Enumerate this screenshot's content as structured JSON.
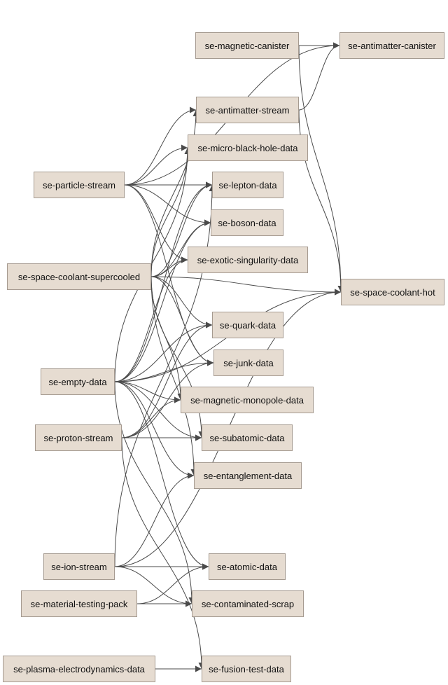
{
  "diagram": {
    "nodes": [
      {
        "id": "magnetic_canister",
        "label": "se-magnetic-canister"
      },
      {
        "id": "antimatter_canister",
        "label": "se-antimatter-canister"
      },
      {
        "id": "antimatter_stream",
        "label": "se-antimatter-stream"
      },
      {
        "id": "micro_black_hole",
        "label": "se-micro-black-hole-data"
      },
      {
        "id": "particle_stream",
        "label": "se-particle-stream"
      },
      {
        "id": "lepton",
        "label": "se-lepton-data"
      },
      {
        "id": "boson",
        "label": "se-boson-data"
      },
      {
        "id": "exotic_singularity",
        "label": "se-exotic-singularity-data"
      },
      {
        "id": "coolant_supercooled",
        "label": "se-space-coolant-supercooled"
      },
      {
        "id": "coolant_hot",
        "label": "se-space-coolant-hot"
      },
      {
        "id": "quark",
        "label": "se-quark-data"
      },
      {
        "id": "junk",
        "label": "se-junk-data"
      },
      {
        "id": "empty",
        "label": "se-empty-data"
      },
      {
        "id": "magnetic_monopole",
        "label": "se-magnetic-monopole-data"
      },
      {
        "id": "proton_stream",
        "label": "se-proton-stream"
      },
      {
        "id": "subatomic",
        "label": "se-subatomic-data"
      },
      {
        "id": "entanglement",
        "label": "se-entanglement-data"
      },
      {
        "id": "ion_stream",
        "label": "se-ion-stream"
      },
      {
        "id": "atomic",
        "label": "se-atomic-data"
      },
      {
        "id": "material_testing",
        "label": "se-material-testing-pack"
      },
      {
        "id": "contaminated_scrap",
        "label": "se-contaminated-scrap"
      },
      {
        "id": "plasma",
        "label": "se-plasma-electrodynamics-data"
      },
      {
        "id": "fusion_test",
        "label": "se-fusion-test-data"
      }
    ],
    "edges": [
      [
        "magnetic_canister",
        "antimatter_canister"
      ],
      [
        "magnetic_canister",
        "coolant_hot"
      ],
      [
        "antimatter_stream",
        "antimatter_canister"
      ],
      [
        "antimatter_stream",
        "coolant_hot"
      ],
      [
        "particle_stream",
        "antimatter_canister"
      ],
      [
        "particle_stream",
        "antimatter_stream"
      ],
      [
        "particle_stream",
        "micro_black_hole"
      ],
      [
        "particle_stream",
        "lepton"
      ],
      [
        "particle_stream",
        "boson"
      ],
      [
        "particle_stream",
        "exotic_singularity"
      ],
      [
        "particle_stream",
        "junk"
      ],
      [
        "coolant_supercooled",
        "antimatter_stream"
      ],
      [
        "coolant_supercooled",
        "micro_black_hole"
      ],
      [
        "coolant_supercooled",
        "lepton"
      ],
      [
        "coolant_supercooled",
        "boson"
      ],
      [
        "coolant_supercooled",
        "exotic_singularity"
      ],
      [
        "coolant_supercooled",
        "coolant_hot"
      ],
      [
        "coolant_supercooled",
        "quark"
      ],
      [
        "coolant_supercooled",
        "junk"
      ],
      [
        "coolant_supercooled",
        "magnetic_monopole"
      ],
      [
        "coolant_supercooled",
        "subatomic"
      ],
      [
        "coolant_supercooled",
        "entanglement"
      ],
      [
        "empty",
        "micro_black_hole"
      ],
      [
        "empty",
        "lepton"
      ],
      [
        "empty",
        "boson"
      ],
      [
        "empty",
        "exotic_singularity"
      ],
      [
        "empty",
        "quark"
      ],
      [
        "empty",
        "junk"
      ],
      [
        "empty",
        "magnetic_monopole"
      ],
      [
        "empty",
        "subatomic"
      ],
      [
        "empty",
        "entanglement"
      ],
      [
        "empty",
        "atomic"
      ],
      [
        "empty",
        "contaminated_scrap"
      ],
      [
        "empty",
        "coolant_hot"
      ],
      [
        "proton_stream",
        "quark"
      ],
      [
        "proton_stream",
        "junk"
      ],
      [
        "proton_stream",
        "magnetic_monopole"
      ],
      [
        "proton_stream",
        "subatomic"
      ],
      [
        "proton_stream",
        "fusion_test"
      ],
      [
        "ion_stream",
        "lepton"
      ],
      [
        "ion_stream",
        "entanglement"
      ],
      [
        "ion_stream",
        "atomic"
      ],
      [
        "ion_stream",
        "contaminated_scrap"
      ],
      [
        "ion_stream",
        "coolant_hot"
      ],
      [
        "material_testing",
        "atomic"
      ],
      [
        "material_testing",
        "contaminated_scrap"
      ],
      [
        "plasma",
        "fusion_test"
      ]
    ]
  }
}
